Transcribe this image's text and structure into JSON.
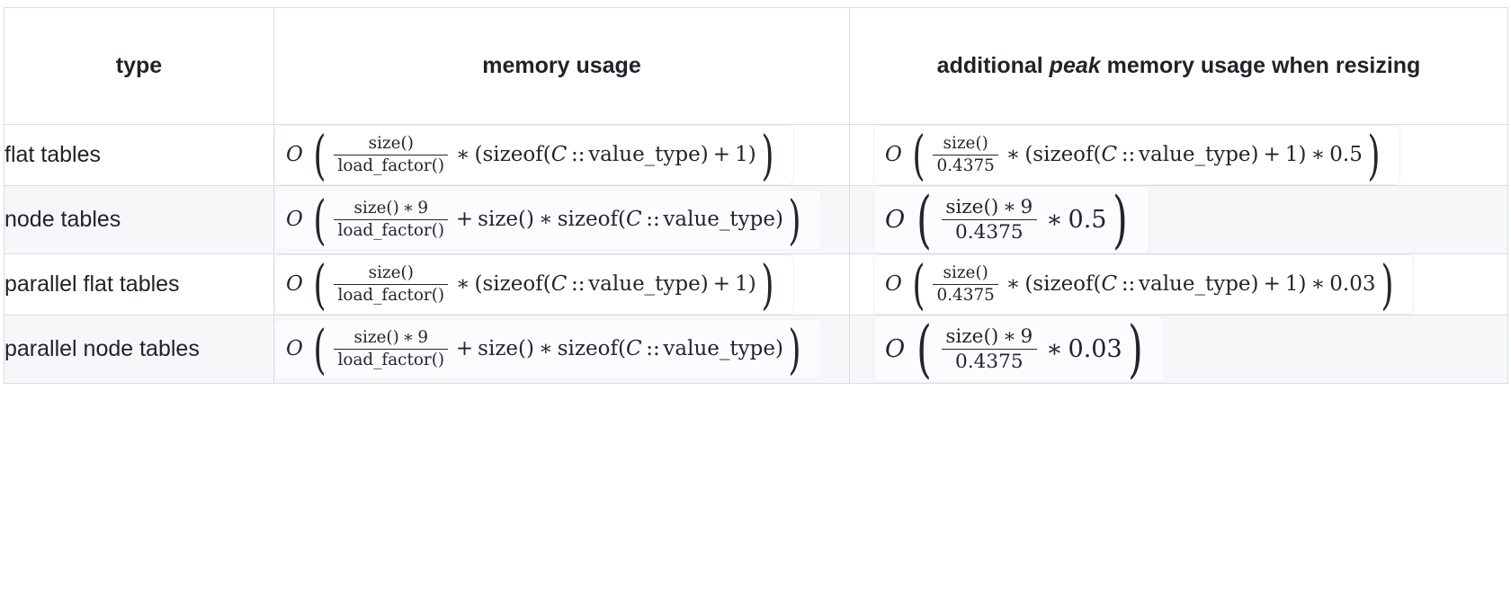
{
  "table": {
    "headers": [
      {
        "id": "type",
        "label": "type"
      },
      {
        "id": "memory_usage",
        "label": "memory usage"
      },
      {
        "id": "peak_memory",
        "prefix": "additional ",
        "emphasis": "peak",
        "suffix": " memory usage when resizing"
      }
    ],
    "rows": [
      {
        "type": "flat tables",
        "memory_usage": {
          "latex": "O\\left(\\frac{size()}{load\\_factor()} * (sizeof(C::value\\_type) + 1)\\right)",
          "fn_O": "O",
          "numerator": "size()",
          "denominator": "load_factor()",
          "op1": "∗",
          "expr_open": "(",
          "sizeof": "sizeof",
          "type_class": "C",
          "scope": "::",
          "type_member": "value_type",
          "op2": "+",
          "const1": "1",
          "expr_close": ")"
        },
        "peak_memory": {
          "latex": "O\\left(\\frac{size()}{0.4375} * (sizeof(C::value\\_type) + 1) * 0.5\\right)",
          "fn_O": "O",
          "numerator": "size()",
          "denominator": "0.4375",
          "op1": "∗",
          "expr_open": "(",
          "sizeof": "sizeof",
          "type_class": "C",
          "scope": "::",
          "type_member": "value_type",
          "op2": "+",
          "const1": "1",
          "expr_close": ")",
          "op3": "∗",
          "factor": "0.5"
        }
      },
      {
        "type": "node tables",
        "memory_usage": {
          "latex": "O\\left(\\frac{size() * 9}{load\\_factor()} + size() * sizeof(C::value\\_type)\\right)",
          "fn_O": "O",
          "num_size": "size()",
          "num_op": "∗",
          "num_const": "9",
          "denominator": "load_factor()",
          "op1": "+",
          "term_size": "size()",
          "op2": "∗",
          "sizeof": "sizeof",
          "type_class": "C",
          "scope": "::",
          "type_member": "value_type"
        },
        "peak_memory": {
          "latex": "O\\left(\\frac{size() * 9}{0.4375} * 0.5\\right)",
          "fn_O": "O",
          "num_size": "size()",
          "num_op": "∗",
          "num_const": "9",
          "denominator": "0.4375",
          "op3": "∗",
          "factor": "0.5"
        }
      },
      {
        "type": "parallel flat tables",
        "memory_usage": {
          "latex": "O\\left(\\frac{size()}{load\\_factor()} * (sizeof(C::value\\_type) + 1)\\right)",
          "fn_O": "O",
          "numerator": "size()",
          "denominator": "load_factor()",
          "op1": "∗",
          "expr_open": "(",
          "sizeof": "sizeof",
          "type_class": "C",
          "scope": "::",
          "type_member": "value_type",
          "op2": "+",
          "const1": "1",
          "expr_close": ")"
        },
        "peak_memory": {
          "latex": "O\\left(\\frac{size()}{0.4375} * (sizeof(C::value\\_type) + 1) * 0.03\\right)",
          "fn_O": "O",
          "numerator": "size()",
          "denominator": "0.4375",
          "op1": "∗",
          "expr_open": "(",
          "sizeof": "sizeof",
          "type_class": "C",
          "scope": "::",
          "type_member": "value_type",
          "op2": "+",
          "const1": "1",
          "expr_close": ")",
          "op3": "∗",
          "factor": "0.03"
        }
      },
      {
        "type": "parallel node tables",
        "memory_usage": {
          "latex": "O\\left(\\frac{size() * 9}{load\\_factor()} + size() * sizeof(C::value\\_type)\\right)",
          "fn_O": "O",
          "num_size": "size()",
          "num_op": "∗",
          "num_const": "9",
          "denominator": "load_factor()",
          "op1": "+",
          "term_size": "size()",
          "op2": "∗",
          "sizeof": "sizeof",
          "type_class": "C",
          "scope": "::",
          "type_member": "value_type"
        },
        "peak_memory": {
          "latex": "O\\left(\\frac{size() * 9}{0.4375} * 0.03\\right)",
          "fn_O": "O",
          "num_size": "size()",
          "num_op": "∗",
          "num_const": "9",
          "denominator": "0.4375",
          "op3": "∗",
          "factor": "0.03"
        }
      }
    ]
  },
  "symbols": {
    "paren_left": "(",
    "paren_right": ")"
  },
  "colors": {
    "border": "#d8dee4",
    "row_alt_bg": "#f5f7f9",
    "text": "#1f2328",
    "math_box_border": "#eceff2"
  }
}
